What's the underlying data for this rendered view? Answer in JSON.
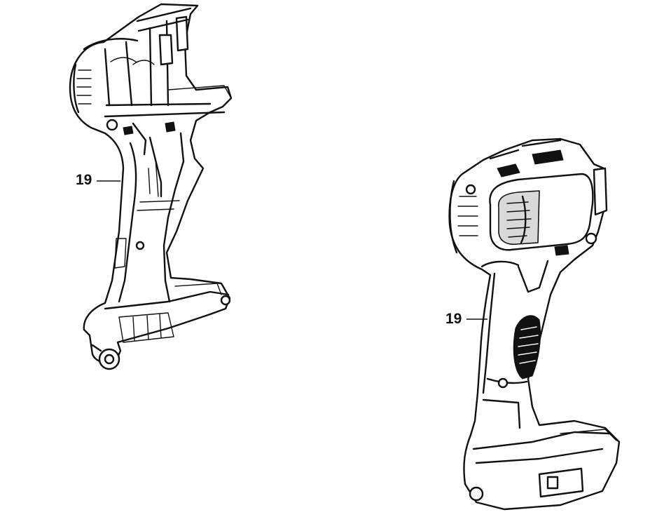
{
  "callouts": {
    "left_part_number": "19",
    "right_part_number": "19"
  },
  "parts": [
    {
      "name": "housing-half-interior-view",
      "icon": "drill-housing-interior-icon"
    },
    {
      "name": "housing-assembled-exterior-view",
      "icon": "drill-housing-exterior-icon"
    }
  ]
}
